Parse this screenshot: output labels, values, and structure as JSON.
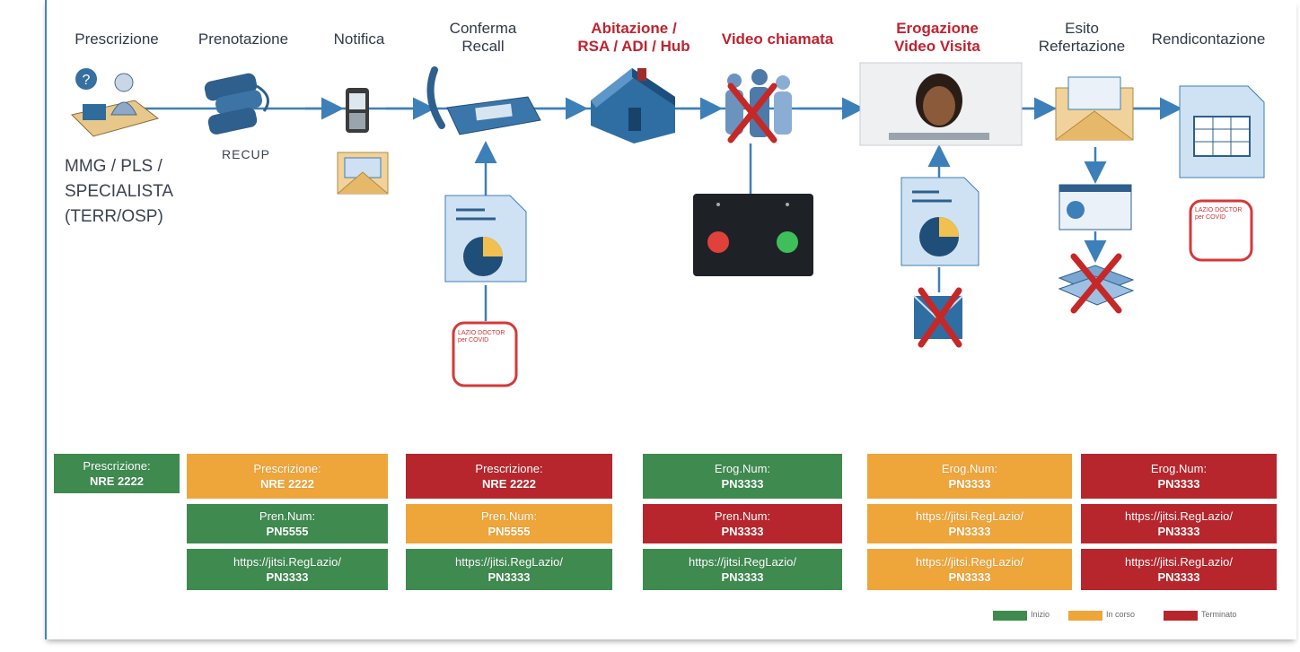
{
  "steps": [
    {
      "label": "Prescrizione"
    },
    {
      "label": "Prenotazione"
    },
    {
      "label": "Notifica"
    },
    {
      "label": "Conferma\nRecall"
    },
    {
      "label": "Abitazione /\nRSA / ADI / Hub"
    },
    {
      "label": "Video chiamata"
    },
    {
      "label": "Erogazione\nVideo Visita"
    },
    {
      "label": "Esito\nRefertazione"
    },
    {
      "label": "Rendicontazione"
    }
  ],
  "origin_lines": [
    "MMG / PLS /",
    "SPECIALISTA",
    "(TERR/OSP)"
  ],
  "recup_label": "RECUP",
  "doc_badge_text": "LAZIO DOCTOR per COVID",
  "status_boxes": [
    {
      "title": "Prescrizione:",
      "value": "NRE 2222",
      "status": "green"
    },
    {
      "title": "Prescrizione:",
      "value": "NRE 2222",
      "status": "orange"
    },
    {
      "title": "Pren.Num:",
      "value": "PN5555",
      "status": "green"
    },
    {
      "title": "https://jitsi.RegLazio/",
      "value": "PN3333",
      "status": "green"
    },
    {
      "title": "Prescrizione:",
      "value": "NRE 2222",
      "status": "red"
    },
    {
      "title": "Pren.Num:",
      "value": "PN5555",
      "status": "orange"
    },
    {
      "title": "https://jitsi.RegLazio/",
      "value": "PN3333",
      "status": "green"
    },
    {
      "title": "Erog.Num:",
      "value": "PN3333",
      "status": "green"
    },
    {
      "title": "Pren.Num:",
      "value": "PN3333",
      "status": "red"
    },
    {
      "title": "https://jitsi.RegLazio/",
      "value": "PN3333",
      "status": "green"
    },
    {
      "title": "Erog.Num:",
      "value": "PN3333",
      "status": "orange"
    },
    {
      "title": "https://jitsi.RegLazio/",
      "value": "PN3333",
      "status": "orange"
    },
    {
      "title": "https://jitsi.RegLazio/",
      "value": "PN3333",
      "status": "orange"
    },
    {
      "title": "Erog.Num:",
      "value": "PN3333",
      "status": "red"
    },
    {
      "title": "https://jitsi.RegLazio/",
      "value": "PN3333",
      "status": "red"
    },
    {
      "title": "https://jitsi.RegLazio/",
      "value": "PN3333",
      "status": "red"
    }
  ],
  "legend": [
    {
      "label": "Inizio",
      "color": "#3e8a4f"
    },
    {
      "label": "In corso",
      "color": "#eea53a"
    },
    {
      "label": "Terminato",
      "color": "#b8262d"
    }
  ],
  "colors": {
    "green": "#3e8a4f",
    "orange": "#eea53a",
    "red": "#b8262d",
    "flow": "#3d7fb8",
    "cross": "#c62828"
  }
}
